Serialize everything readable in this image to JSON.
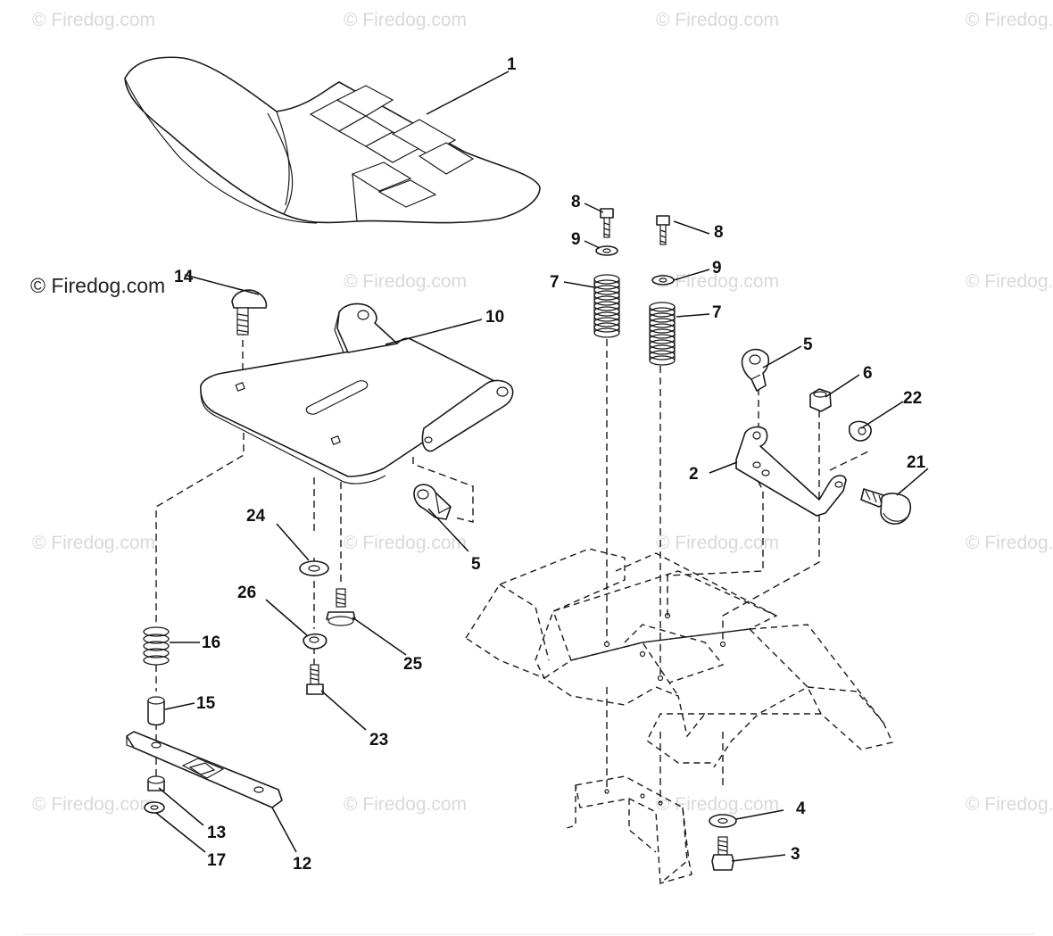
{
  "watermark": "© Firedog.com",
  "callouts": {
    "c1": "1",
    "c2": "2",
    "c3": "3",
    "c4": "4",
    "c5a": "5",
    "c5b": "5",
    "c6": "6",
    "c7a": "7",
    "c7b": "7",
    "c8a": "8",
    "c8b": "8",
    "c9a": "9",
    "c9b": "9",
    "c10": "10",
    "c12": "12",
    "c13": "13",
    "c14": "14",
    "c15": "15",
    "c16": "16",
    "c17": "17",
    "c21": "21",
    "c22": "22",
    "c23": "23",
    "c24": "24",
    "c25": "25",
    "c26": "26"
  }
}
